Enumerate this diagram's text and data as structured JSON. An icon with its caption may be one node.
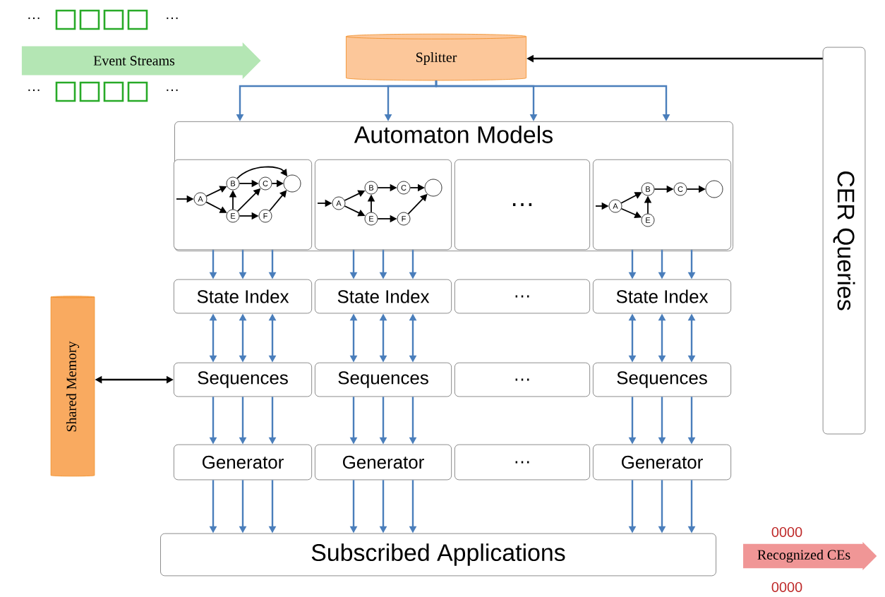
{
  "diagram": {
    "nodes": [
      {
        "text": [
          "Splitter"
        ]
      },
      {
        "text": [
          "CER Queries"
        ]
      },
      {
        "text": [
          "Automaton Models"
        ]
      },
      {
        "text": [],
        "shape": "picture",
        "in": 2
      },
      {
        "text": [],
        "shape": "picture",
        "in": 2
      },
      {
        "text": [
          "…"
        ],
        "in": 2
      },
      {
        "text": [],
        "shape": "picture",
        "in": 2
      },
      {
        "text": [
          "State Index"
        ]
      },
      {
        "text": [
          "State Index"
        ]
      },
      {
        "text": [
          "…"
        ]
      },
      {
        "text": [
          "State Index"
        ]
      },
      {
        "text": [
          "Sequences"
        ]
      },
      {
        "text": [
          "Sequences"
        ]
      },
      {
        "text": [
          "…"
        ]
      },
      {
        "text": [
          "Sequences"
        ]
      },
      {
        "text": [
          "Generator"
        ]
      },
      {
        "text": [
          "Generator"
        ]
      },
      {
        "text": [
          "…"
        ]
      },
      {
        "text": [
          "Generator"
        ]
      },
      {
        "text": [
          "Subscribed Applications"
        ]
      },
      {
        "text": [
          "Shared Memory"
        ]
      },
      {
        "text": [
          "Event Streams"
        ]
      },
      {
        "text": [
          "Recognized CEs"
        ],
        "beside": [
          "0000",
          "0000"
        ]
      }
    ],
    "edges": [
      {
        "from": 1,
        "to": 0,
        "arrow": "to",
        "color": "#000000"
      },
      {
        "from": 0,
        "to": 2,
        "arrow": "to"
      },
      {
        "from": 0,
        "to": 2,
        "arrow": "to"
      },
      {
        "from": 0,
        "to": 2,
        "arrow": "to"
      },
      {
        "from": 0,
        "to": 2,
        "arrow": "to"
      },
      {
        "from": 3,
        "to": 7,
        "arrow": "to"
      },
      {
        "from": 3,
        "to": 7,
        "arrow": "to"
      },
      {
        "from": 3,
        "to": 7,
        "arrow": "to"
      },
      {
        "from": 4,
        "to": 8,
        "arrow": "to"
      },
      {
        "from": 4,
        "to": 8,
        "arrow": "to"
      },
      {
        "from": 4,
        "to": 8,
        "arrow": "to"
      },
      {
        "from": 6,
        "to": 10,
        "arrow": "to"
      },
      {
        "from": 6,
        "to": 10,
        "arrow": "to"
      },
      {
        "from": 6,
        "to": 10,
        "arrow": "to"
      },
      {
        "from": 7,
        "to": 11,
        "arrow": "both"
      },
      {
        "from": 7,
        "to": 11,
        "arrow": "both"
      },
      {
        "from": 7,
        "to": 11,
        "arrow": "both"
      },
      {
        "from": 8,
        "to": 12,
        "arrow": "both"
      },
      {
        "from": 8,
        "to": 12,
        "arrow": "both"
      },
      {
        "from": 8,
        "to": 12,
        "arrow": "both"
      },
      {
        "from": 10,
        "to": 14,
        "arrow": "both"
      },
      {
        "from": 10,
        "to": 14,
        "arrow": "both"
      },
      {
        "from": 10,
        "to": 14,
        "arrow": "both"
      },
      {
        "from": 11,
        "to": 15,
        "arrow": "to"
      },
      {
        "from": 11,
        "to": 15,
        "arrow": "to"
      },
      {
        "from": 11,
        "to": 15,
        "arrow": "to"
      },
      {
        "from": 12,
        "to": 16,
        "arrow": "to"
      },
      {
        "from": 12,
        "to": 16,
        "arrow": "to"
      },
      {
        "from": 12,
        "to": 16,
        "arrow": "to"
      },
      {
        "from": 14,
        "to": 18,
        "arrow": "to"
      },
      {
        "from": 14,
        "to": 18,
        "arrow": "to"
      },
      {
        "from": 14,
        "to": 18,
        "arrow": "to"
      },
      {
        "from": 15,
        "to": 19,
        "arrow": "to"
      },
      {
        "from": 15,
        "to": 19,
        "arrow": "to"
      },
      {
        "from": 15,
        "to": 19,
        "arrow": "to"
      },
      {
        "from": 16,
        "to": 19,
        "arrow": "to"
      },
      {
        "from": 16,
        "to": 19,
        "arrow": "to"
      },
      {
        "from": 16,
        "to": 19,
        "arrow": "to"
      },
      {
        "from": 18,
        "to": 19,
        "arrow": "to"
      },
      {
        "from": 18,
        "to": 19,
        "arrow": "to"
      },
      {
        "from": 18,
        "to": 19,
        "arrow": "to"
      },
      {
        "from": 20,
        "to": 11,
        "arrow": "both",
        "color": "#000000"
      }
    ],
    "labels": [
      "···",
      "···",
      "···",
      "···",
      "A",
      "B",
      "C",
      "E",
      "F",
      "A",
      "B",
      "C",
      "E",
      "F",
      "A",
      "B",
      "C",
      "E"
    ]
  }
}
